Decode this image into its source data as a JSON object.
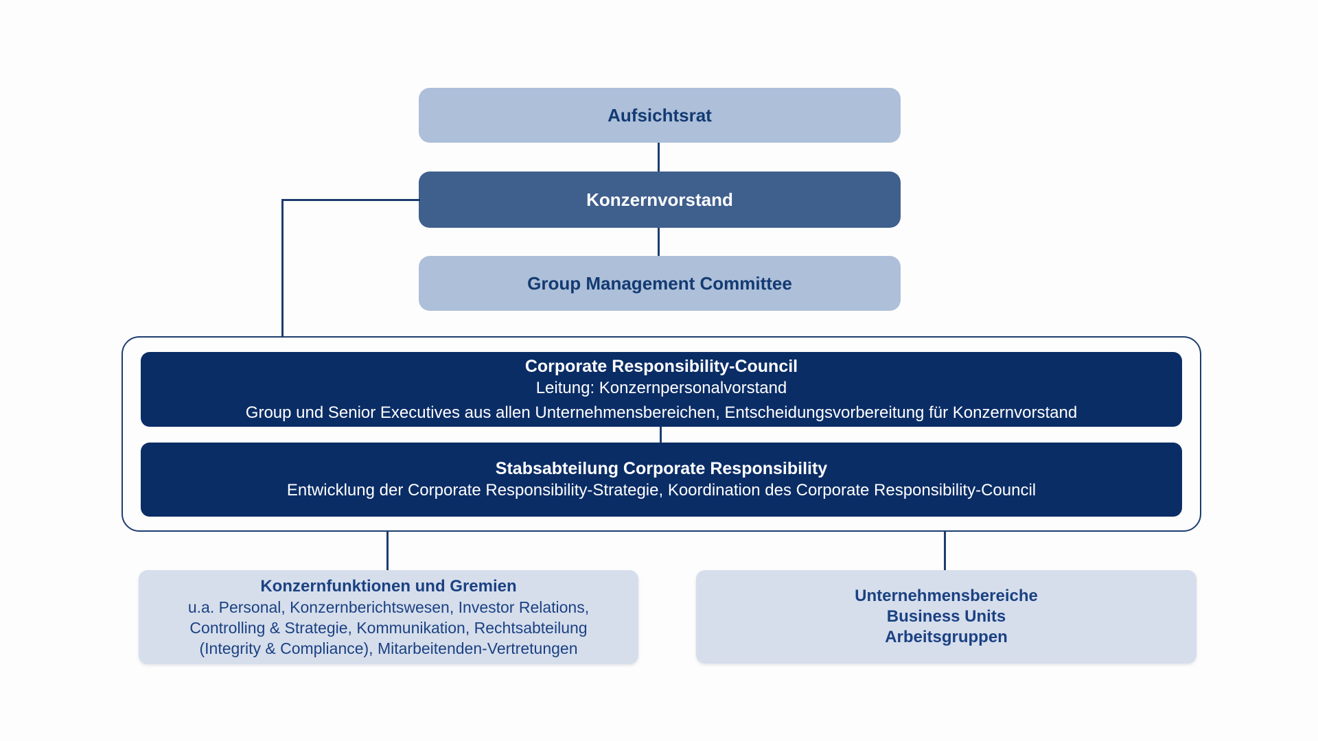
{
  "org": {
    "aufsichtsrat": {
      "label": "Aufsichtsrat"
    },
    "konzernvorstand": {
      "label": "Konzernvorstand"
    },
    "group_management_committee": {
      "label": "Group Management Committee"
    },
    "cr_council": {
      "title": "Corporate Responsibility-Council",
      "line2": "Leitung: Konzernpersonalvorstand",
      "line3": "Group und Senior Executives aus allen Unternehmensbereichen, Entscheidungsvorbereitung für Konzernvorstand"
    },
    "stabsabteilung": {
      "title": "Stabsabteilung Corporate Responsibility",
      "line2": "Entwicklung der Corporate Responsibility-Strategie, Koordination des Corporate Responsibility-Council"
    },
    "konzernfunktionen": {
      "title": "Konzernfunktionen und Gremien",
      "lines": [
        "u.a. Personal, Konzernberichtswesen, Investor Relations,",
        "Controlling & Strategie, Kommunikation, Rechtsabteilung",
        "(Integrity & Compliance), Mitarbeitenden-Vertretungen"
      ]
    },
    "unternehmensbereiche": {
      "lines": [
        "Unternehmensbereiche",
        "Business Units",
        "Arbeitsgruppen"
      ]
    }
  },
  "colors": {
    "light_blue": "#adbfd9",
    "mid_blue": "#3f5f8d",
    "navy": "#0b2d66",
    "pale_blue": "#d6deec",
    "line_navy": "#1d3c6e",
    "text_navy": "#133a72",
    "text_blue": "#1b4182",
    "text_white": "#ffffff"
  }
}
